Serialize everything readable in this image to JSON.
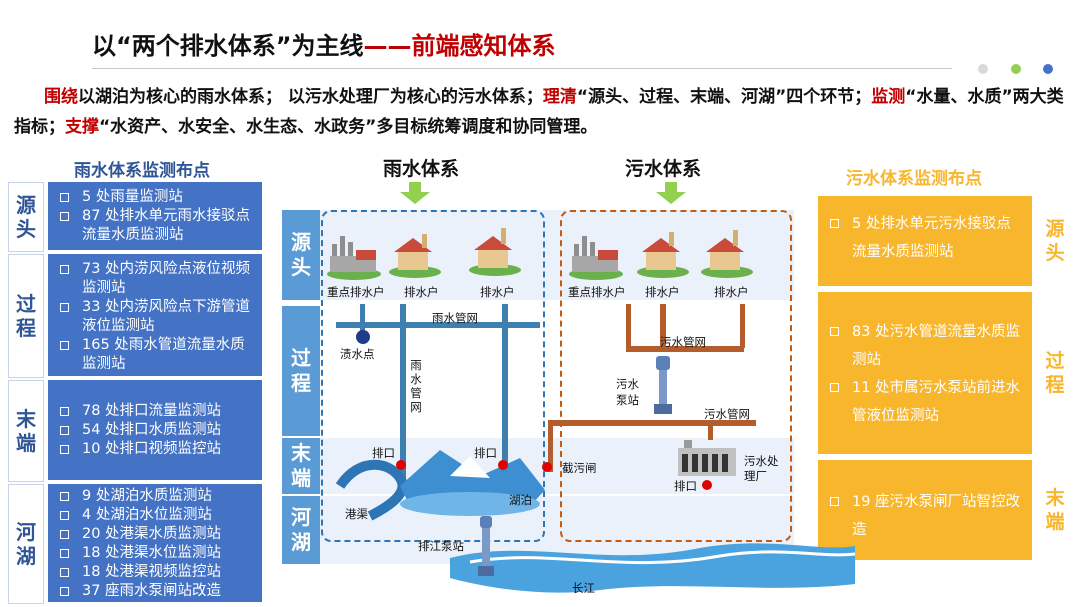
{
  "title": {
    "main": "以“两个排水体系”为主线",
    "dash": "——",
    "sub": "前端感知体系"
  },
  "intro": {
    "p1_r": "围绕",
    "p1": "以湖泊为核心的雨水体系； 以污水处理厂为核心的污水体系；",
    "p2_r": "理清",
    "p2": "“源头、过程、末端、河湖”四个环节；",
    "p3_r": "监测",
    "p3": "“水量、水质”两大类指标；",
    "p4_r": "支撑",
    "p4": "“水资产、水安全、水生态、水政务”多目标统筹调度和协同管理。"
  },
  "colors": {
    "accent_red": "#c00000",
    "rain_blue": "#4472c4",
    "sewage_orange": "#f8b62d",
    "stage_blue": "#5b9bd5",
    "dot_gray": "#d9d9d9",
    "dot_green": "#92d050",
    "dot_blue": "#4472c4"
  },
  "left_panel": {
    "heading": "雨水体系监测布点",
    "stages": [
      {
        "label": "源头",
        "items": [
          "5 处雨量监测站",
          "87 处排水单元雨水接驳点流量水质监测站"
        ]
      },
      {
        "label": "过程",
        "items": [
          "73 处内涝风险点液位视频监测站",
          "33 处内涝风险点下游管道液位监测站",
          "165 处雨水管道流量水质监测站"
        ]
      },
      {
        "label": "末端",
        "items": [
          "78 处排口流量监测站",
          "54 处排口水质监测站",
          "10 处排口视频监控站"
        ]
      },
      {
        "label": "河湖",
        "items": [
          "9 处湖泊水质监测站",
          "4 处湖泊水位监测站",
          "20 处港渠水质监测站",
          "18 处港渠水位监测站",
          "18 处港渠视频监控站",
          "37 座雨水泵闸站改造"
        ]
      }
    ]
  },
  "right_panel": {
    "heading": "污水体系监测布点",
    "stages": [
      {
        "label": "源头",
        "items": [
          "5 处排水单元污水接驳点流量水质监测站"
        ]
      },
      {
        "label": "过程",
        "items": [
          "83 处污水管道流量水质监测站",
          "11 处市属污水泵站前进水管液位监测站"
        ]
      },
      {
        "label": "末端",
        "items": [
          "19 座污水泵闸厂站智控改造"
        ]
      }
    ]
  },
  "diagram": {
    "rain_title": "雨水体系",
    "sewage_title": "污水体系",
    "stages": [
      "源头",
      "过程",
      "末端",
      "河湖"
    ],
    "labels": {
      "key_discharger": "重点排水户",
      "discharger": "排水户",
      "rain_network": "雨水管网",
      "rain_network_v": "雨水管网",
      "waterlog": "渍水点",
      "sewage_network": "污水管网",
      "sewage_pump": "污水泵站",
      "outlet": "排口",
      "intercept_gate": "截污闸",
      "treatment_plant": "污水处理厂",
      "lake": "湖泊",
      "canal": "港渠",
      "river_pump": "排江泵站",
      "river": "长江"
    }
  }
}
